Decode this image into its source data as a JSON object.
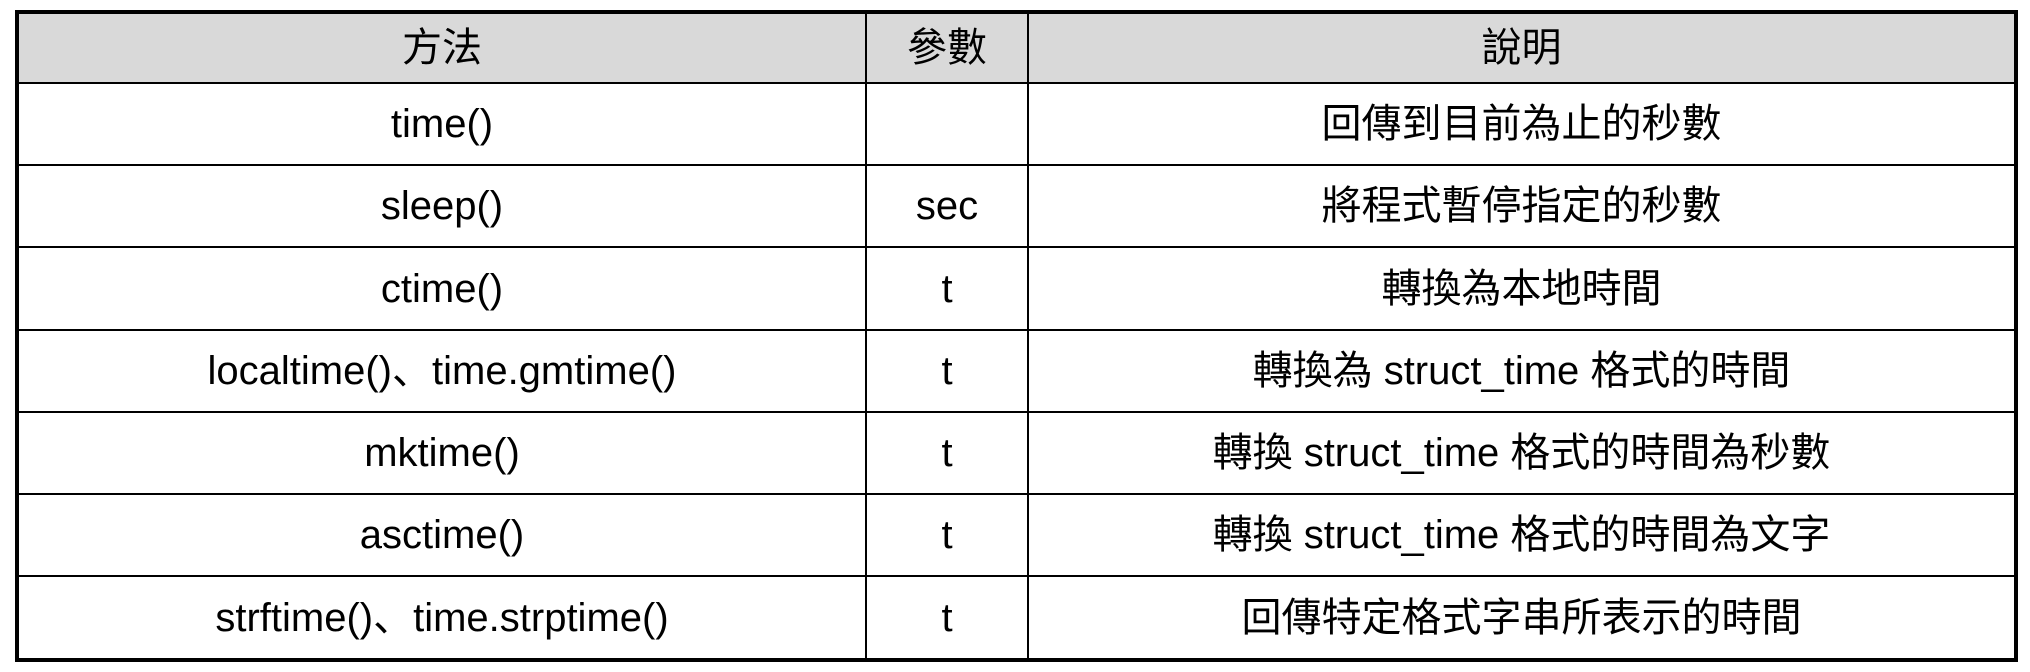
{
  "table": {
    "headers": [
      {
        "label": "方法"
      },
      {
        "label": "參數"
      },
      {
        "label": "說明"
      }
    ],
    "rows": [
      {
        "method": "time()",
        "param": "",
        "description": "回傳到目前為止的秒數"
      },
      {
        "method": "sleep()",
        "param": "sec",
        "description": "將程式暫停指定的秒數"
      },
      {
        "method": "ctime()",
        "param": "t",
        "description": "轉換為本地時間"
      },
      {
        "method": "localtime()、time.gmtime()",
        "param": "t",
        "description": "轉換為 struct_time 格式的時間"
      },
      {
        "method": "mktime()",
        "param": "t",
        "description": "轉換 struct_time 格式的時間為秒數"
      },
      {
        "method": "asctime()",
        "param": "t",
        "description": "轉換 struct_time 格式的時間為文字"
      },
      {
        "method": "strftime()、time.strptime()",
        "param": "t",
        "description": "回傳特定格式字串所表示的時間"
      }
    ],
    "style": {
      "header_background": "#d9d9d9",
      "cell_background": "#ffffff",
      "border_color": "#000000",
      "text_color": "#000000"
    }
  }
}
